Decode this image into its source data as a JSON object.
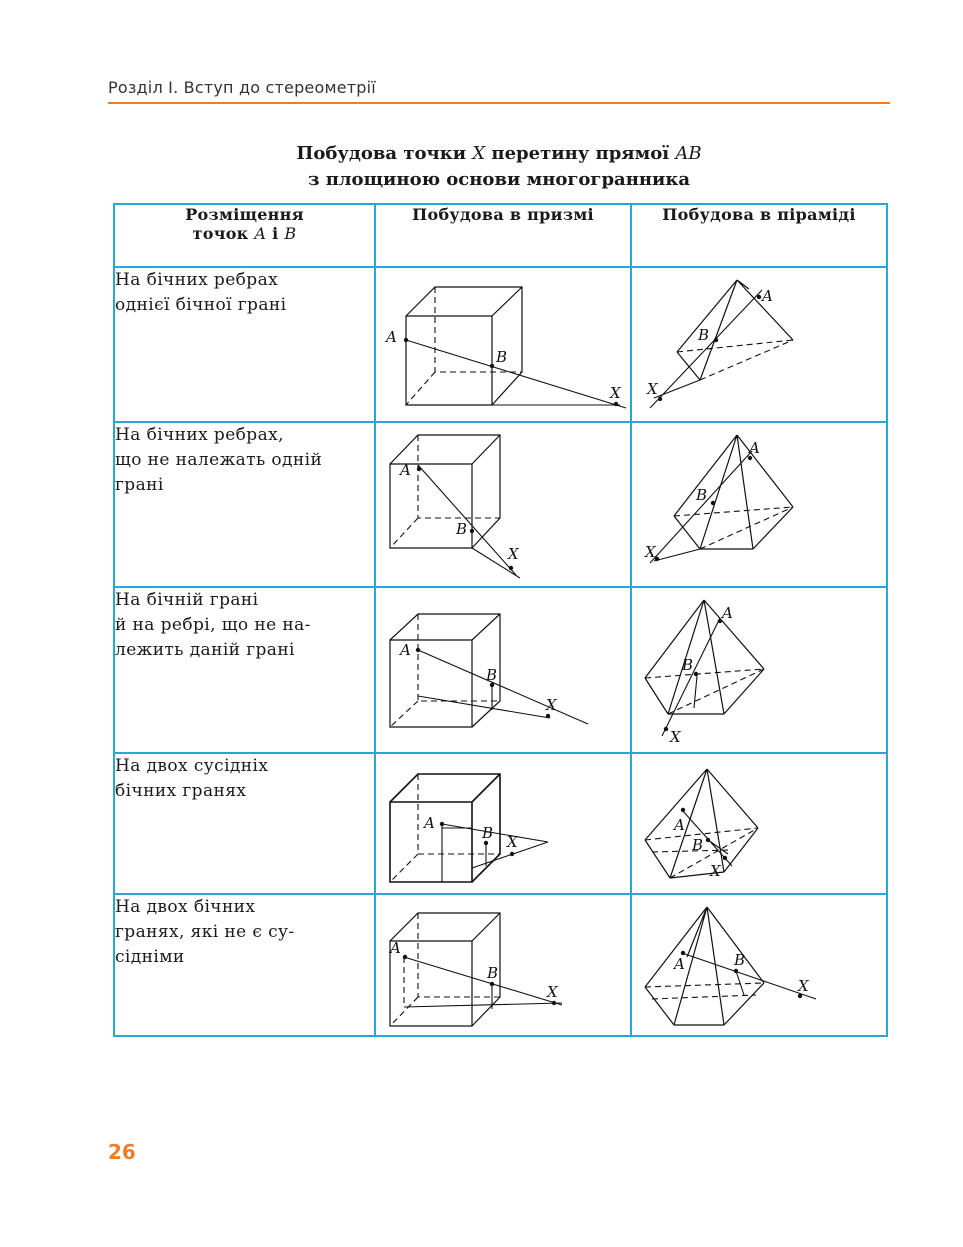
{
  "header": {
    "running_title": "Розділ I. Вступ до стереометрії"
  },
  "title": {
    "line1_a": "Побудова точки ",
    "line1_x": "X",
    "line1_b": " перетину прямої ",
    "line1_ab": "AB",
    "line2": "з площиною основи многогранника"
  },
  "table": {
    "headers": {
      "col1_line1": "Розміщення",
      "col1_line2_a": "точок ",
      "col1_A": "A",
      "col1_and": " і ",
      "col1_B": "B",
      "col2": "Побудова в призмі",
      "col3": "Побудова в піраміді"
    },
    "rows": [
      {
        "description": "На бічних ребрах\nоднієї бічної грані"
      },
      {
        "description": "На бічних ребрах,\nщо не належать одній\nграні"
      },
      {
        "description": "На бічній грані\nй на ребрі, що не на-\nлежить даній грані"
      },
      {
        "description": "На двох сусідніх\nбічних гранях"
      },
      {
        "description": "На двох бічних\nгранях, які не є су-\nсідніми"
      }
    ],
    "point_labels": {
      "A": "A",
      "B": "B",
      "X": "X"
    }
  },
  "footer": {
    "page_number": "26"
  },
  "colors": {
    "accent": "#ee7d2a",
    "table_border": "#29a6d9"
  }
}
